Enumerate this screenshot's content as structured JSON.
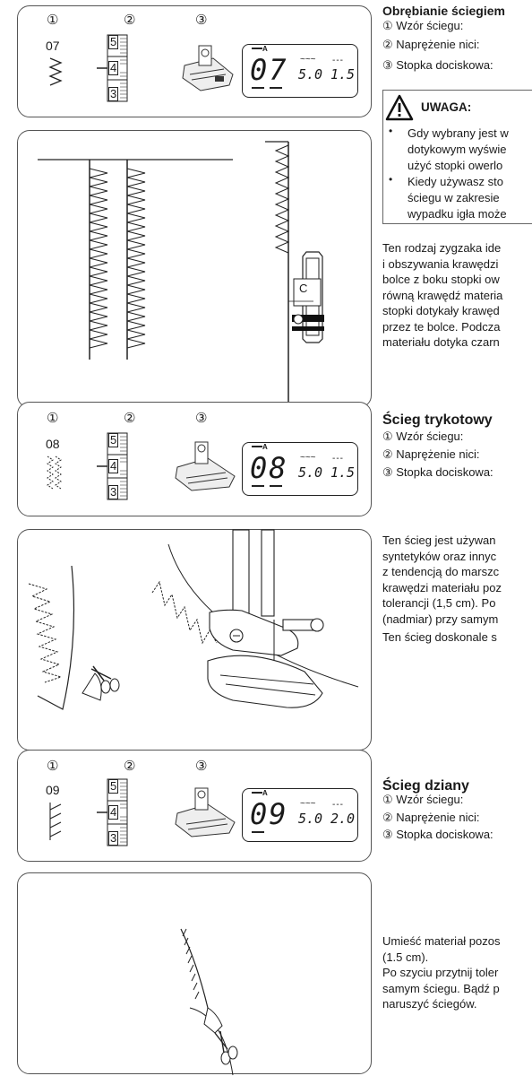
{
  "circles": [
    "①",
    "②",
    "③"
  ],
  "sections": [
    {
      "number": "07",
      "lcd_pattern": "07",
      "lcd_tension": "5.0",
      "lcd_length": "1.5",
      "title": "Obrębianie ściegiem",
      "list": [
        "① Wzór ściegu:",
        "② Naprężenie nici:",
        "③ Stopka dociskowa:"
      ]
    },
    {
      "number": "08",
      "lcd_pattern": "08",
      "lcd_tension": "5.0",
      "lcd_length": "1.5",
      "title": "Ścieg trykotowy",
      "list": [
        "① Wzór ściegu:",
        "② Naprężenie nici:",
        "③ Stopka dociskowa:"
      ]
    },
    {
      "number": "09",
      "lcd_pattern": "09",
      "lcd_tension": "5.0",
      "lcd_length": "2.0",
      "title": "Ścieg dziany",
      "list": [
        "① Wzór ściegu:",
        "② Naprężenie nici:",
        "③ Stopka dociskowa:"
      ]
    }
  ],
  "dial": {
    "top": "5",
    "mid": "4",
    "bottom": "3"
  },
  "lcd_marker": "A",
  "foot_letter": "C",
  "warning": {
    "title": "UWAGA:",
    "bullets": [
      [
        "Gdy wybrany jest w",
        "dotykowym wyświe",
        "użyć stopki owerlo"
      ],
      [
        "Kiedy używasz sto",
        "ściegu w zakresie",
        "wypadku igła może"
      ]
    ]
  },
  "paragraph1": [
    "Ten rodzaj zygzaka ide",
    "i obszywania krawędzi",
    "bolce z boku stopki ow",
    "równą krawędź materia",
    "stopki dotykały krawęd",
    "przez te bolce. Podcza",
    "materiału dotyka czarn"
  ],
  "paragraph2": [
    "Ten ścieg jest używan",
    "syntetyków oraz innyc",
    "z tendencją do marszc",
    "krawędzi materiału poz",
    "tolerancji (1,5 cm). Po",
    "(nadmiar) przy samym"
  ],
  "paragraph2b": "Ten ścieg doskonale s",
  "paragraph3": [
    "Umieść materiał pozos",
    "(1.5 cm).",
    "Po szyciu przytnij toler",
    "samym ściegu. Bądź p",
    "naruszyć ściegów."
  ]
}
